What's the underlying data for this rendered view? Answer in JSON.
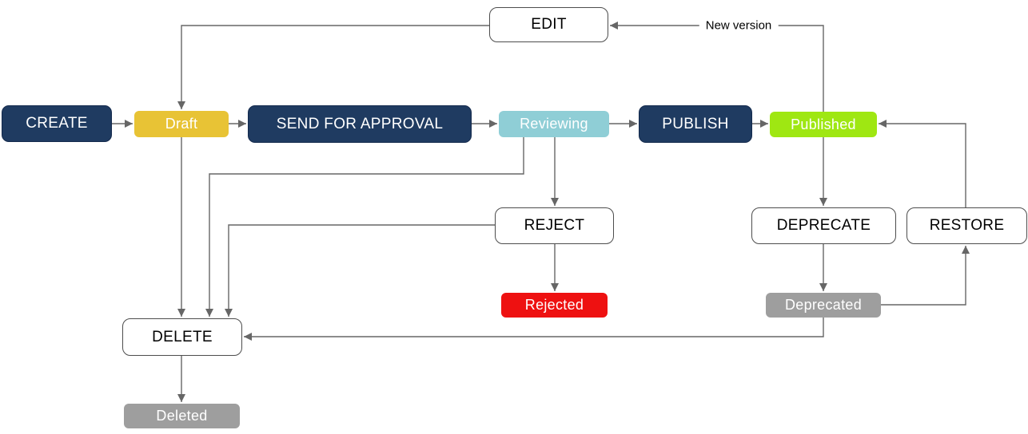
{
  "diagram": {
    "type": "flowchart",
    "description": "Content lifecycle state diagram",
    "nodes": {
      "create": {
        "label": "CREATE",
        "kind": "command"
      },
      "draft": {
        "label": "Draft",
        "kind": "state",
        "color": "#e8c335"
      },
      "send_for_approval": {
        "label": "SEND FOR APPROVAL",
        "kind": "command"
      },
      "reviewing": {
        "label": "Reviewing",
        "kind": "state",
        "color": "#8fced6"
      },
      "publish": {
        "label": "PUBLISH",
        "kind": "command"
      },
      "published": {
        "label": "Published",
        "kind": "state",
        "color": "#9fe712"
      },
      "edit": {
        "label": "EDIT",
        "kind": "action"
      },
      "reject": {
        "label": "REJECT",
        "kind": "action"
      },
      "rejected": {
        "label": "Rejected",
        "kind": "state",
        "color": "#ee1111"
      },
      "deprecate": {
        "label": "DEPRECATE",
        "kind": "action"
      },
      "restore": {
        "label": "RESTORE",
        "kind": "action"
      },
      "deprecated": {
        "label": "Deprecated",
        "kind": "state",
        "color": "#9e9e9e"
      },
      "delete": {
        "label": "DELETE",
        "kind": "action"
      },
      "deleted": {
        "label": "Deleted",
        "kind": "state",
        "color": "#9e9e9e"
      }
    },
    "edges": [
      {
        "from": "create",
        "to": "draft",
        "label": ""
      },
      {
        "from": "draft",
        "to": "send_for_approval",
        "label": ""
      },
      {
        "from": "send_for_approval",
        "to": "reviewing",
        "label": ""
      },
      {
        "from": "reviewing",
        "to": "publish",
        "label": ""
      },
      {
        "from": "publish",
        "to": "published",
        "label": ""
      },
      {
        "from": "published",
        "to": "edit",
        "label": "New version"
      },
      {
        "from": "edit",
        "to": "draft",
        "label": ""
      },
      {
        "from": "draft",
        "to": "delete",
        "label": ""
      },
      {
        "from": "reviewing",
        "to": "delete",
        "label": ""
      },
      {
        "from": "reviewing",
        "to": "reject",
        "label": ""
      },
      {
        "from": "reject",
        "to": "delete",
        "label": ""
      },
      {
        "from": "reject",
        "to": "rejected",
        "label": ""
      },
      {
        "from": "published",
        "to": "deprecate",
        "label": ""
      },
      {
        "from": "deprecate",
        "to": "deprecated",
        "label": ""
      },
      {
        "from": "deprecated",
        "to": "restore",
        "label": ""
      },
      {
        "from": "restore",
        "to": "published",
        "label": ""
      },
      {
        "from": "deprecated",
        "to": "delete",
        "label": ""
      },
      {
        "from": "delete",
        "to": "deleted",
        "label": ""
      }
    ]
  },
  "colors": {
    "background": "#ffffff",
    "command_fill": "#1f3b61",
    "command_border": "#142a4d",
    "command_text": "#ffffff",
    "action_fill": "#ffffff",
    "action_border": "#4d4d4d",
    "action_text": "#000000",
    "state_text": "#ffffff",
    "state_draft": "#e8c335",
    "state_reviewing": "#8fced6",
    "state_published": "#9fe712",
    "state_rejected": "#ee1111",
    "state_neutral": "#9e9e9e",
    "connector": "#666666"
  }
}
